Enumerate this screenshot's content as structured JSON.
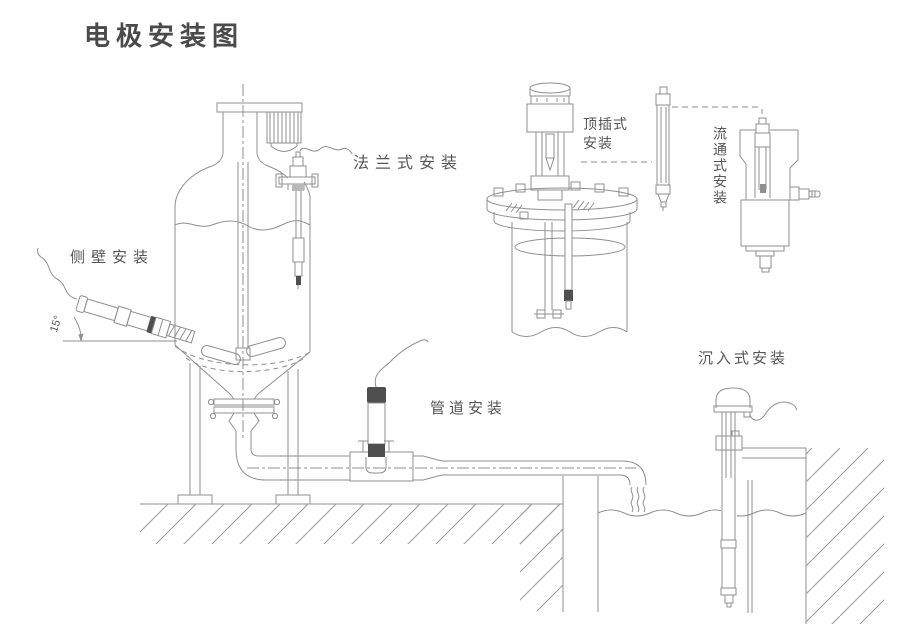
{
  "title": "电极安装图",
  "labels": {
    "side_wall": "侧壁安装",
    "flange": "法兰式安装",
    "top_insert_line1": "顶插式",
    "top_insert_line2": "安装",
    "flow_through": "流通式安装",
    "pipeline": "管道安装",
    "immersion": "沉入式安装",
    "angle": "15°"
  },
  "colors": {
    "line": "#8f8f8f",
    "dark_fill": "#4f4f4f",
    "packing_fill": "#b9b9b9",
    "text": "#565656",
    "title_text": "#4a4a4a",
    "background": "#ffffff"
  }
}
